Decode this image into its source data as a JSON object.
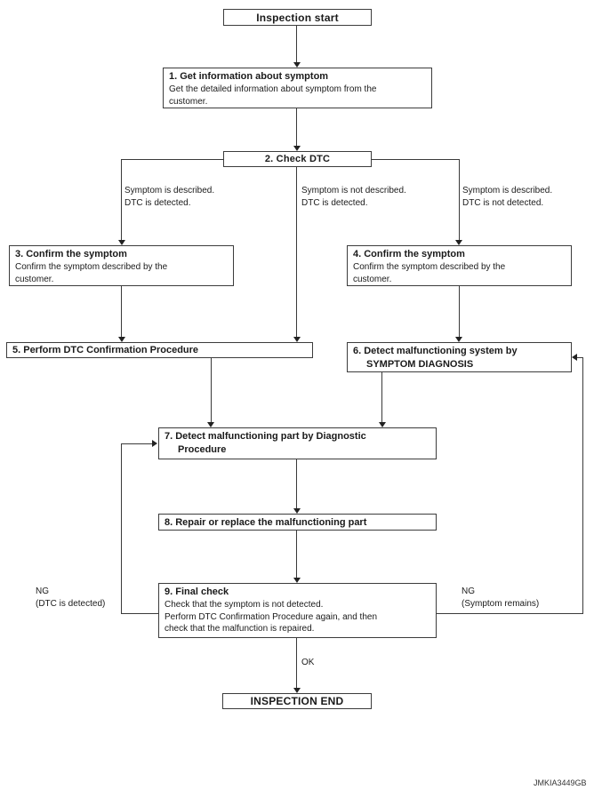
{
  "diagram": {
    "type": "flowchart",
    "figure_code": "JMKIA3449GB",
    "nodes": {
      "start": {
        "label": "Inspection start"
      },
      "step1": {
        "title": "1. Get information about symptom",
        "body_lines": [
          "Get the detailed information about symptom from the",
          "customer."
        ]
      },
      "step2": {
        "title": "2. Check DTC"
      },
      "step3": {
        "title": "3. Confirm the symptom",
        "body_lines": [
          "Confirm the symptom described by the",
          "customer."
        ]
      },
      "step4": {
        "title": "4. Confirm the symptom",
        "body_lines": [
          "Confirm the symptom described by the",
          "customer."
        ]
      },
      "step5": {
        "title": "5. Perform DTC Confirmation Procedure"
      },
      "step6": {
        "title_lines": [
          "6. Detect malfunctioning system by",
          "SYMPTOM DIAGNOSIS"
        ]
      },
      "step7": {
        "title_lines": [
          "7. Detect malfunctioning part by Diagnostic",
          "Procedure"
        ]
      },
      "step8": {
        "title": "8. Repair or replace the malfunctioning part"
      },
      "step9": {
        "title": "9. Final check",
        "body_lines": [
          "Check that the symptom is not detected.",
          "Perform DTC Confirmation Procedure again, and then",
          "check that the malfunction is repaired."
        ]
      },
      "end": {
        "label": "INSPECTION END"
      }
    },
    "edge_labels": {
      "branch_left": [
        "Symptom is described.",
        "DTC is detected."
      ],
      "branch_middle": [
        "Symptom is not described.",
        "DTC is detected."
      ],
      "branch_right": [
        "Symptom is described.",
        "DTC is not detected."
      ],
      "ng_left": [
        "NG",
        "(DTC is detected)"
      ],
      "ng_right": [
        "NG",
        "(Symptom remains)"
      ],
      "ok": "OK"
    },
    "colors": {
      "line": "#3a3a3a",
      "border": "#3c3c3c",
      "text": "#1a1a1a",
      "background": "#ffffff"
    }
  }
}
